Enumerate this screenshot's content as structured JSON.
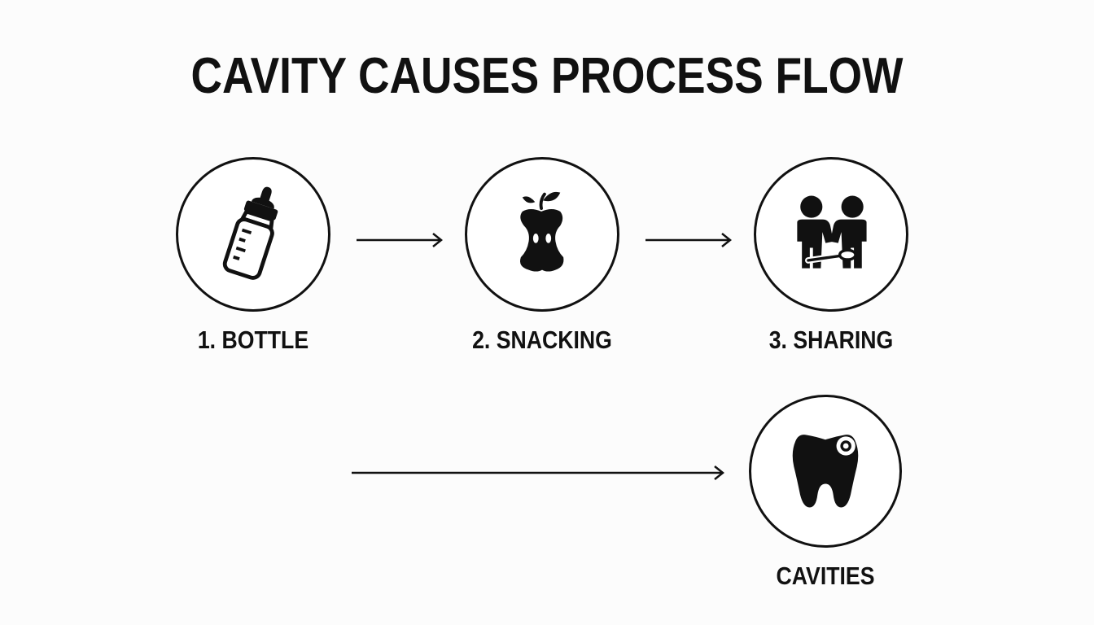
{
  "title": "CAVITY CAUSES PROCESS FLOW",
  "steps": [
    {
      "label": "1. BOTTLE",
      "icon": "baby-bottle-icon"
    },
    {
      "label": "2. SNACKING",
      "icon": "apple-core-icon"
    },
    {
      "label": "3. SHARING",
      "icon": "sharing-spoon-icon"
    }
  ],
  "result": {
    "label": "CAVITIES",
    "icon": "tooth-cavity-icon"
  },
  "colors": {
    "ink": "#111111",
    "background": "#fcfcfc"
  }
}
